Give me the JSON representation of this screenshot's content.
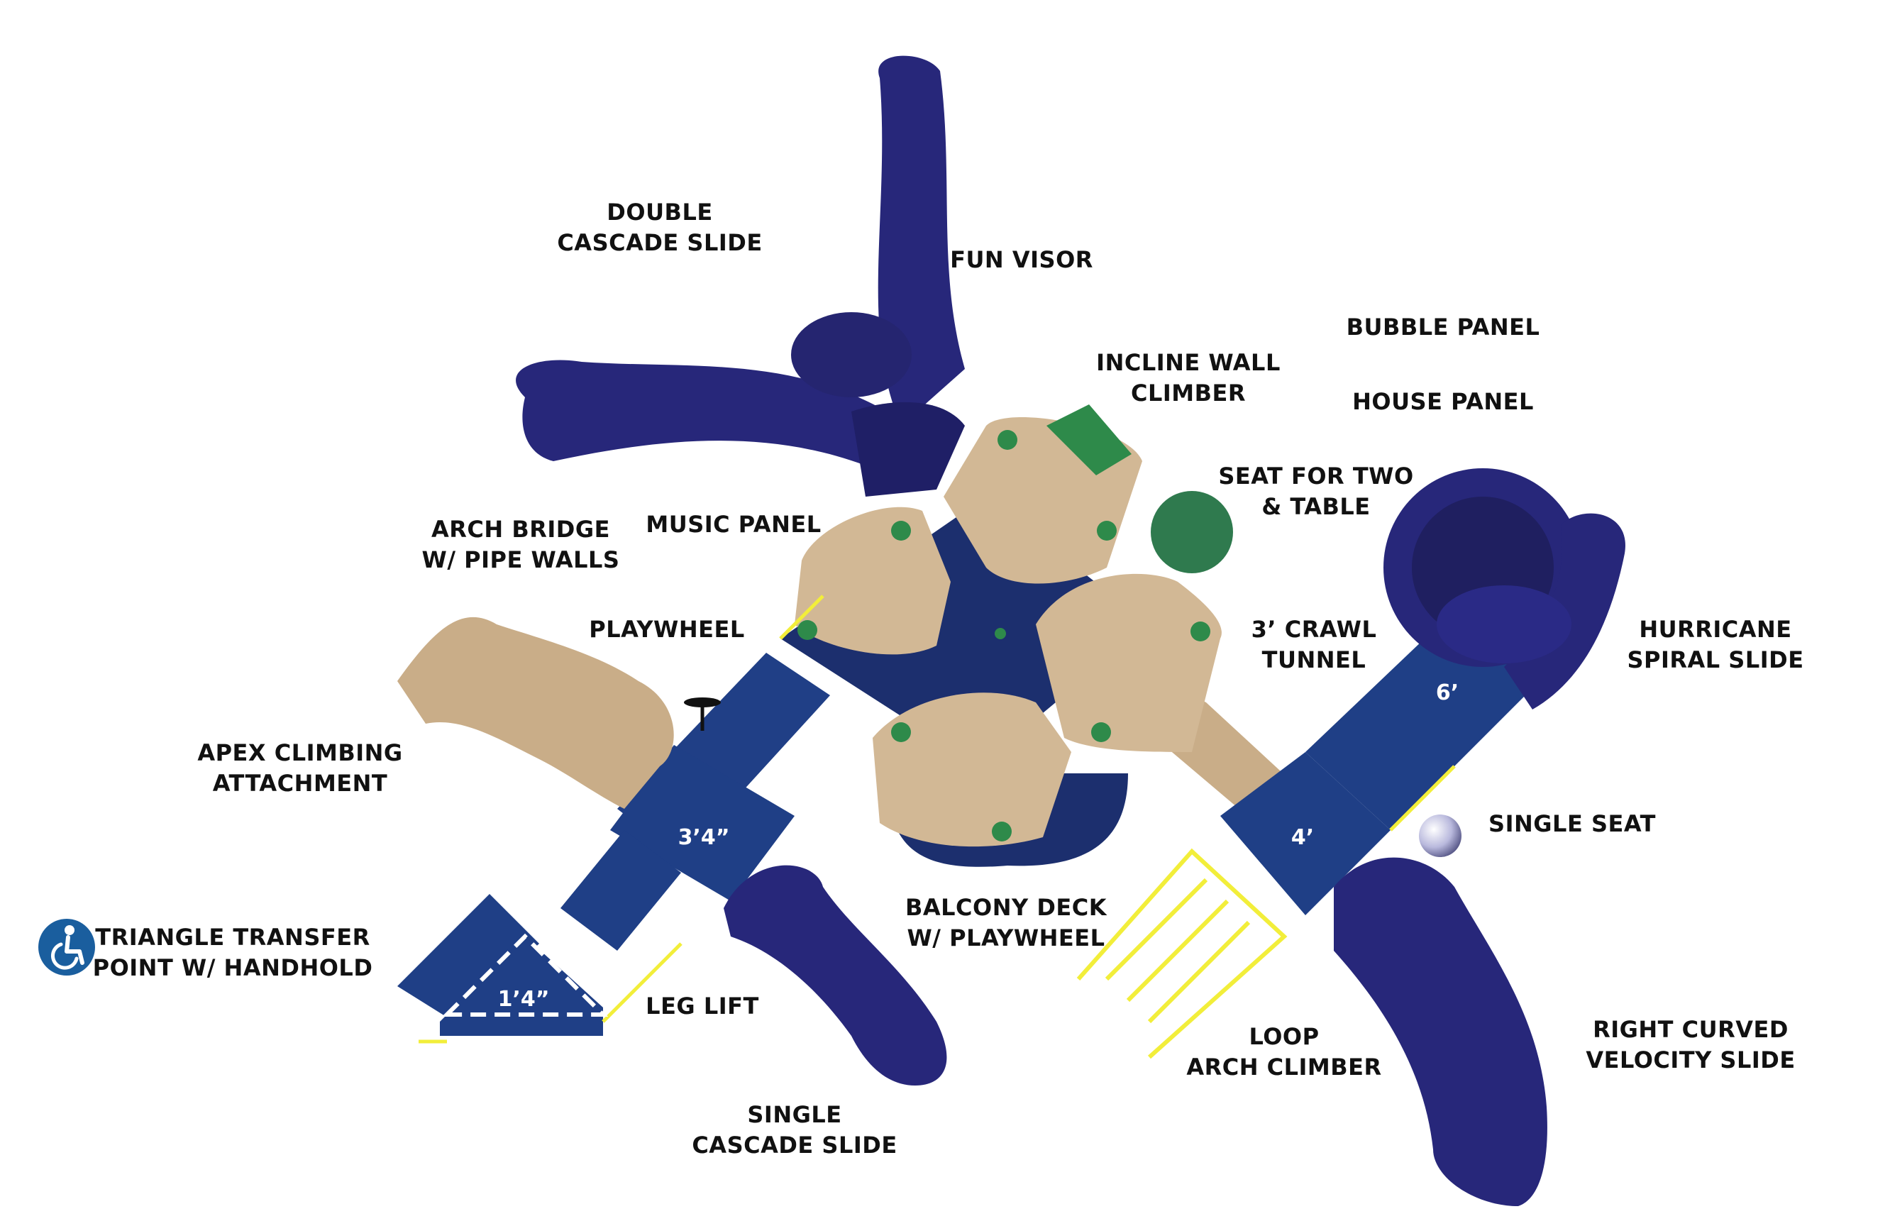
{
  "colors": {
    "slide_blue": "#2a2a7e",
    "deck_blue": "#1f3f86",
    "panel_tan": "#d2b895",
    "trim_yellow": "#f2ee3a",
    "accent_green": "#2e8a4a",
    "ada_blue": "#1a5e9e"
  },
  "labels": {
    "double_cascade_slide": [
      "DOUBLE",
      "CASCADE SLIDE"
    ],
    "fun_visor": [
      "FUN VISOR"
    ],
    "bubble_panel": [
      "BUBBLE PANEL"
    ],
    "incline_wall_climber": [
      "INCLINE WALL",
      "CLIMBER"
    ],
    "house_panel": [
      "HOUSE PANEL"
    ],
    "seat_for_two": [
      "SEAT FOR TWO",
      "& TABLE"
    ],
    "arch_bridge": [
      "ARCH BRIDGE",
      "W/ PIPE WALLS"
    ],
    "music_panel": [
      "MUSIC PANEL"
    ],
    "playwheel": [
      "PLAYWHEEL"
    ],
    "crawl_tunnel": [
      "3’ CRAWL",
      "TUNNEL"
    ],
    "hurricane_spiral_slide": [
      "HURRICANE",
      "SPIRAL SLIDE"
    ],
    "apex_climbing": [
      "APEX CLIMBING",
      "ATTACHMENT"
    ],
    "single_seat": [
      "SINGLE SEAT"
    ],
    "triangle_transfer": [
      "TRIANGLE TRANSFER",
      "POINT W/ HANDHOLD"
    ],
    "balcony_deck": [
      "BALCONY DECK",
      "W/ PLAYWHEEL"
    ],
    "leg_lift": [
      "LEG LIFT"
    ],
    "loop_arch_climber": [
      "LOOP",
      "ARCH CLIMBER"
    ],
    "right_curved_velocity_slide": [
      "RIGHT CURVED",
      "VELOCITY SLIDE"
    ],
    "single_cascade_slide": [
      "SINGLE",
      "CASCADE SLIDE"
    ]
  },
  "deck_heights": {
    "left_deck": "3’4”",
    "right_deck": "4’",
    "upper_right_deck": "6’",
    "transfer": "1’4”"
  },
  "icons": {
    "accessibility": "wheelchair-accessible-icon"
  }
}
